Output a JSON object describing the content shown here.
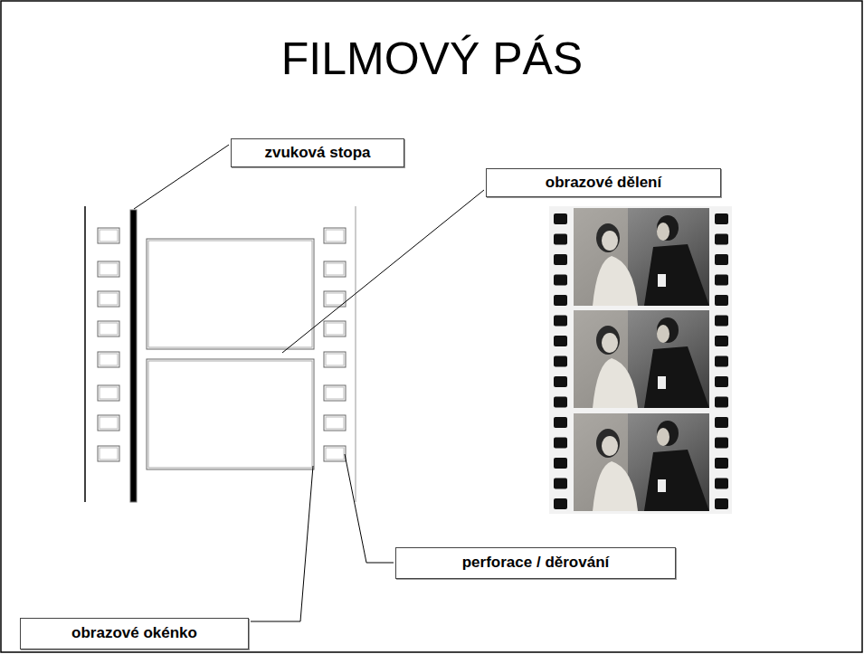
{
  "diagram": {
    "title": "FILMOVÝ PÁS",
    "nodes": [
      {
        "text": [
          "zvuková stopa"
        ]
      },
      {
        "text": [
          "obrazové dělení"
        ]
      },
      {
        "text": [
          "perforace / děrování"
        ]
      },
      {
        "text": [
          "obrazové okénko"
        ]
      }
    ]
  }
}
